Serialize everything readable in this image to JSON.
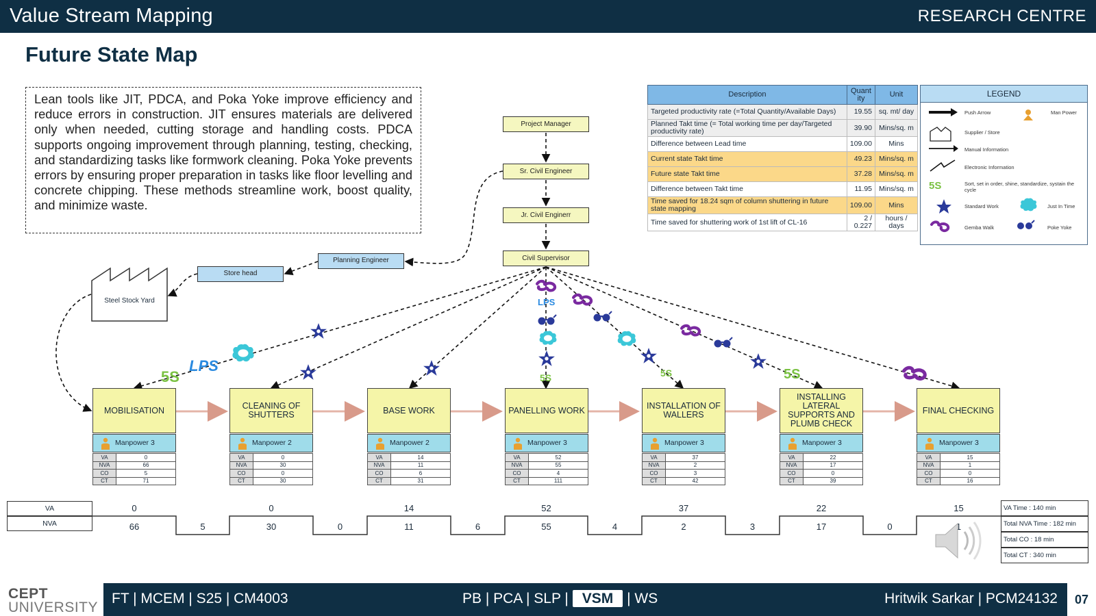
{
  "header": {
    "title": "Value Stream Mapping",
    "org": "RESEARCH CENTRE"
  },
  "page_title": "Future State Map",
  "intro": "Lean tools like JIT, PDCA, and Poka Yoke improve efficiency and reduce errors in construction. JIT ensures materials are delivered only when needed, cutting storage and handling costs. PDCA supports ongoing improvement through planning, testing, checking, and standardizing tasks like formwork cleaning. Poka Yoke prevents errors by ensuring proper preparation in tasks like floor levelling and concrete chipping. These methods streamline work, boost quality, and minimize waste.",
  "org_chart": {
    "project_manager": "Project Manager",
    "sr_civil_engineer": "Sr. Civil Engineer",
    "jr_civil_engineer": "Jr. Civil Enginerr",
    "civil_supervisor": "Civil Supervisor",
    "planning_engineer": "Planning Engineer",
    "store_head": "Store head",
    "steel_stock_yard": "Steel Stock Yard"
  },
  "desc_table": {
    "headers": [
      "Description",
      "Quant ity",
      "Unit"
    ],
    "rows": [
      {
        "desc": "Targeted productivity rate (=Total Quantity/Available Days)",
        "qty": "19.55",
        "unit": "sq. mt/ day",
        "style": "gy"
      },
      {
        "desc": "Planned Takt time (= Total working time per day/Targeted productivity rate)",
        "qty": "39.90",
        "unit": "Mins/sq. m",
        "style": "gy"
      },
      {
        "desc": "Difference between Lead time",
        "qty": "109.00",
        "unit": "Mins",
        "style": ""
      },
      {
        "desc": "Current state Takt time",
        "qty": "49.23",
        "unit": "Mins/sq. m",
        "style": "hl"
      },
      {
        "desc": "Future state Takt time",
        "qty": "37.28",
        "unit": "Mins/sq. m",
        "style": "hl"
      },
      {
        "desc": "Difference between Takt time",
        "qty": "11.95",
        "unit": "Mins/sq. m",
        "style": ""
      },
      {
        "desc": "Time saved for 18.24 sqm of column shuttering in future state mapping",
        "qty": "109.00",
        "unit": "Mins",
        "style": "hl"
      },
      {
        "desc": "Time saved for shuttering work of 1st lift of CL-16",
        "qty": "2 / 0.227",
        "unit": "hours / days",
        "style": ""
      }
    ]
  },
  "legend": {
    "title": "LEGEND",
    "items": {
      "push_arrow": "Push Arrow",
      "man_power": "Man Power",
      "supplier_store": "Supplier / Store",
      "manual_information": "Manual Information",
      "electronic_information": "Electronic Information",
      "five_s": "Sort, set in order, shine, standardize, systain the cycle",
      "standard_work": "Standard Work",
      "just_in_time": "Just In Time",
      "gemba_walk": "Gemba Walk",
      "poke_yoke": "Poke Yoke"
    }
  },
  "icon_labels": {
    "five_s": "5S",
    "lps": "LPS"
  },
  "processes": [
    {
      "name": "MOBILISATION",
      "manpower": "Manpower 3",
      "va": "0",
      "nva": "66",
      "co": "5",
      "ct": "71"
    },
    {
      "name": "CLEANING OF SHUTTERS",
      "manpower": "Manpower 2",
      "va": "0",
      "nva": "30",
      "co": "0",
      "ct": "30"
    },
    {
      "name": "BASE WORK",
      "manpower": "Manpower 2",
      "va": "14",
      "nva": "11",
      "co": "6",
      "ct": "31"
    },
    {
      "name": "PANELLING WORK",
      "manpower": "Manpower 3",
      "va": "52",
      "nva": "55",
      "co": "4",
      "ct": "111"
    },
    {
      "name": "INSTALLATION OF WALLERS",
      "manpower": "Manpower 3",
      "va": "37",
      "nva": "2",
      "co": "3",
      "ct": "42"
    },
    {
      "name": "INSTALLING LATERAL SUPPORTS AND PLUMB CHECK",
      "manpower": "Manpower 3",
      "va": "22",
      "nva": "17",
      "co": "0",
      "ct": "39"
    },
    {
      "name": "FINAL CHECKING",
      "manpower": "Manpower 3",
      "va": "15",
      "nva": "1",
      "co": "0",
      "ct": "16"
    }
  ],
  "metric_keys": {
    "va": "VA",
    "nva": "NVA",
    "co": "CO",
    "ct": "CT"
  },
  "timeline": {
    "va_label": "VA",
    "nva_label": "NVA",
    "va_values": [
      "0",
      "0",
      "14",
      "52",
      "37",
      "22",
      "15"
    ],
    "nva_values": [
      "66",
      "30",
      "11",
      "55",
      "2",
      "17",
      "1"
    ],
    "gap_values": [
      "5",
      "0",
      "6",
      "4",
      "3",
      "0"
    ]
  },
  "totals": [
    "VA Time : 140 min",
    "Total NVA Time : 182 min",
    "Total CO : 18 min",
    "Total CT : 340 min"
  ],
  "footer": {
    "logo_line1": "CEPT",
    "logo_line2": "UNIVERSITY",
    "left": "FT | MCEM | S25 | CM4003",
    "nav_before": "PB | PCA | SLP | ",
    "nav_active": "VSM",
    "nav_after": " | WS",
    "right": "Hritwik Sarkar | PCM24132",
    "page": "07"
  },
  "colors": {
    "navy": "#0f2f44",
    "process_yellow": "#f5f5a8",
    "manpower_cyan": "#9fdcea",
    "highlight": "#fbd889",
    "star_blue": "#2a3a9a",
    "gemba_purple": "#7a2aa0",
    "jit_cyan": "#3bc7d8",
    "five_s_green": "#7ac142",
    "lps_blue": "#2a8ae0"
  }
}
